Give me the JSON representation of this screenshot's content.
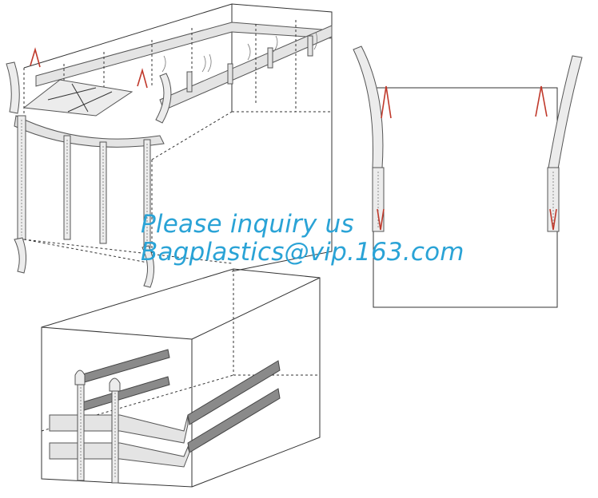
{
  "watermark": {
    "line1": "Please inquiry us",
    "line2": "Bagplastics@vip.163.com"
  },
  "colors": {
    "watermark": "#2aa3d6",
    "outline": "#333333",
    "strap_light": "#e4e4e4",
    "strap_dark": "#8a8a8a",
    "stitch_mark": "#c0392b"
  },
  "figures": [
    {
      "id": "bulk-bag-open-top-with-baffles"
    },
    {
      "id": "bulk-bag-flat-loops-diagram"
    },
    {
      "id": "bulk-bag-cross-corner-loops"
    }
  ]
}
